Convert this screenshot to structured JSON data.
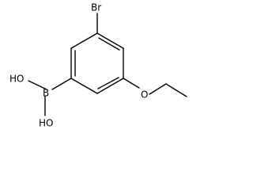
{
  "molecule": {
    "atoms": [
      {
        "id": "br",
        "label": "Br"
      },
      {
        "id": "b",
        "label": "B"
      },
      {
        "id": "oh1",
        "label": "HO"
      },
      {
        "id": "oh2",
        "label": "HO"
      },
      {
        "id": "o",
        "label": "O"
      }
    ]
  }
}
